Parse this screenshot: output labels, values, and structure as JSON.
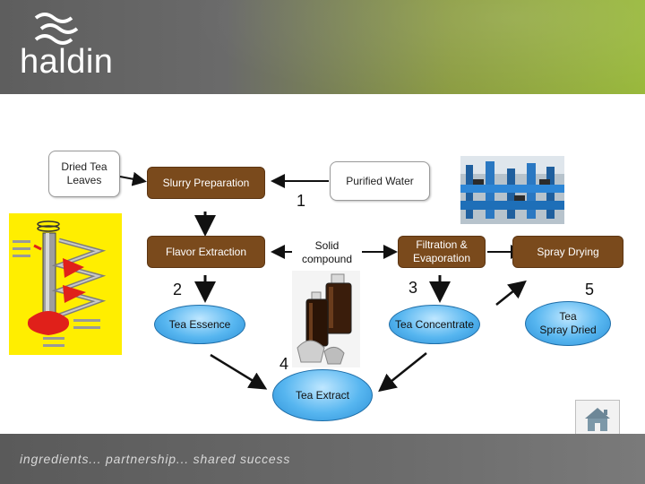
{
  "header": {
    "logo_text": "haldin"
  },
  "footer": {
    "tagline": "ingredients... partnership... shared success"
  },
  "nodes": {
    "dried_tea_leaves": "Dried Tea\nLeaves",
    "slurry_preparation": "Slurry Preparation",
    "purified_water": "Purified Water",
    "flavor_extraction": "Flavor Extraction",
    "solid_compound": "Solid\ncompound",
    "filtration_evaporation": "Filtration &\nEvaporation",
    "spray_drying": "Spray Drying",
    "tea_essence": "Tea Essence",
    "tea_concentrate": "Tea Concentrate",
    "tea_spray_dried": "Tea\nSpray Dried",
    "tea_extract": "Tea Extract"
  },
  "steps": {
    "one": "1",
    "two": "2",
    "three": "3",
    "four": "4",
    "five": "5"
  },
  "colors": {
    "brown_box": "#7a4a1c",
    "ellipse_blue": "#57b6f0",
    "header_green": "#98b83a"
  },
  "icons": {
    "home": "home-icon",
    "logo": "haldin-logo-icon"
  }
}
